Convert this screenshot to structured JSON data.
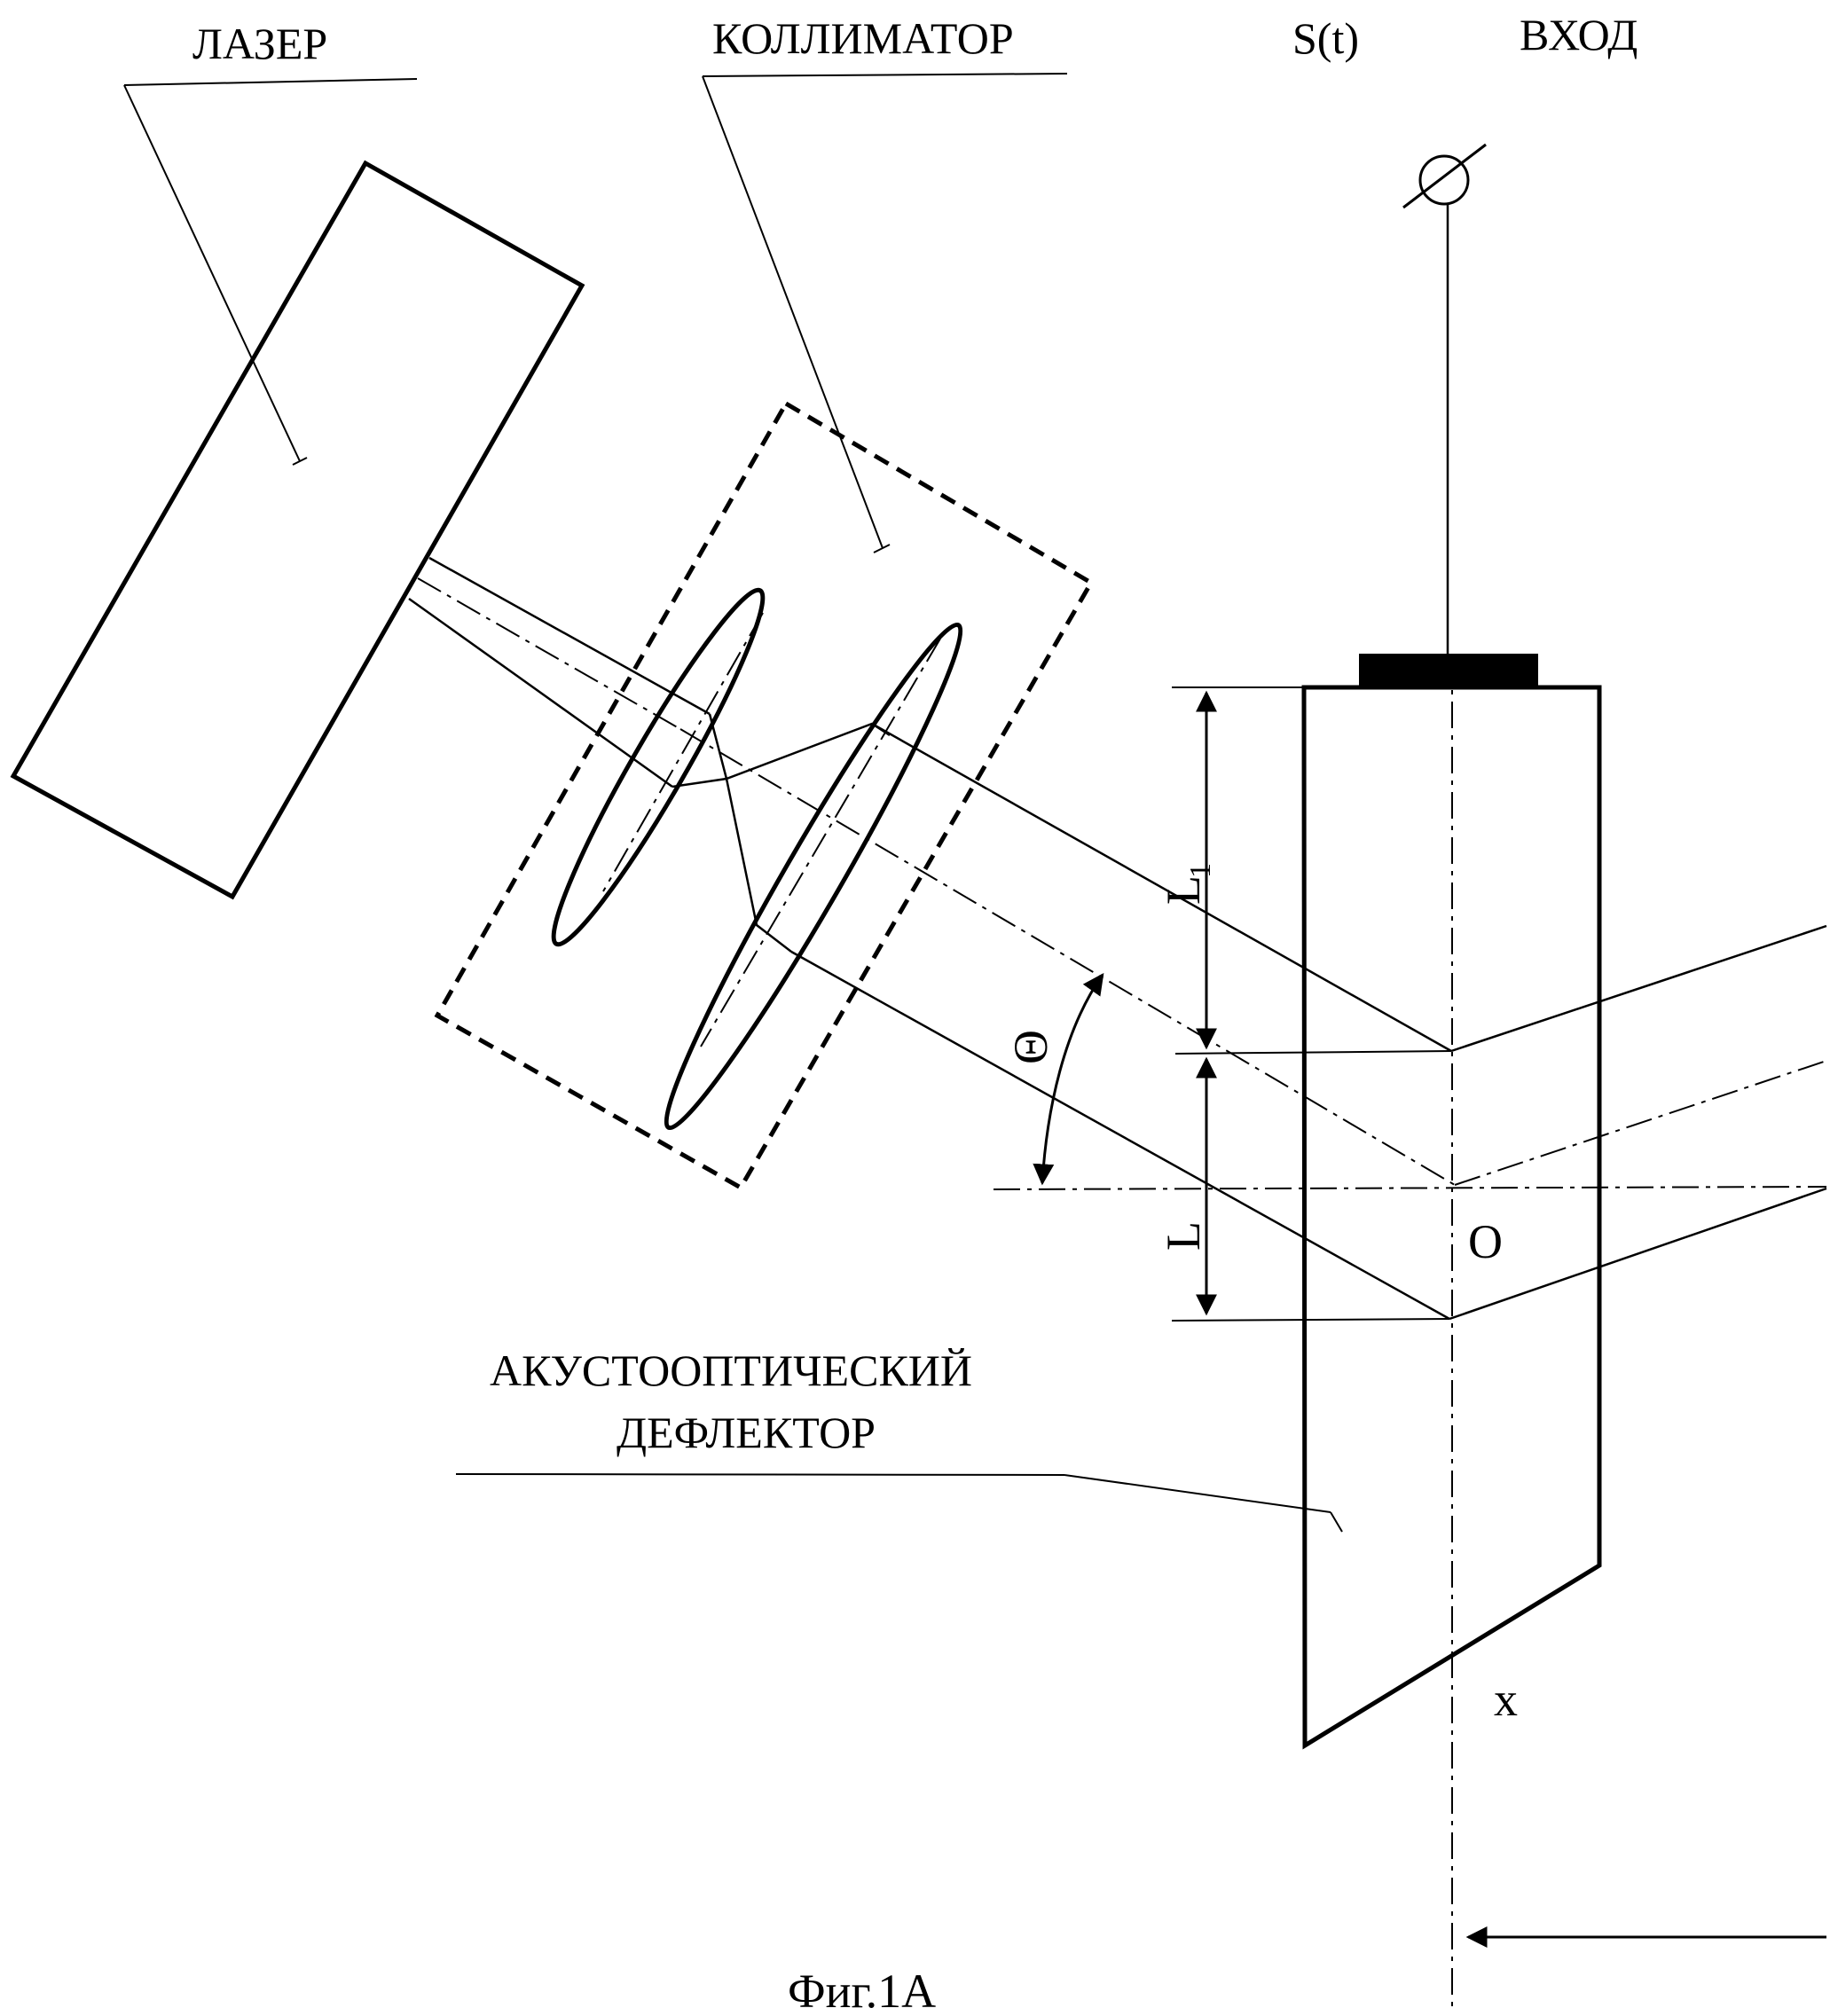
{
  "labels": {
    "laser": "ЛАЗЕР",
    "collimator": "КОЛЛИМАТОР",
    "signal": "S(t)",
    "input": "ВХОД",
    "deflector_line1": "АКУСТООПТИЧЕСКИЙ",
    "deflector_line2": "ДЕФЛЕКТОР",
    "dim_l1": "L",
    "dim_l1_sub": "1",
    "dim_l": "L",
    "angle": "Θ",
    "origin": "O",
    "axis_x": "x",
    "caption": "Фиг.1А"
  }
}
